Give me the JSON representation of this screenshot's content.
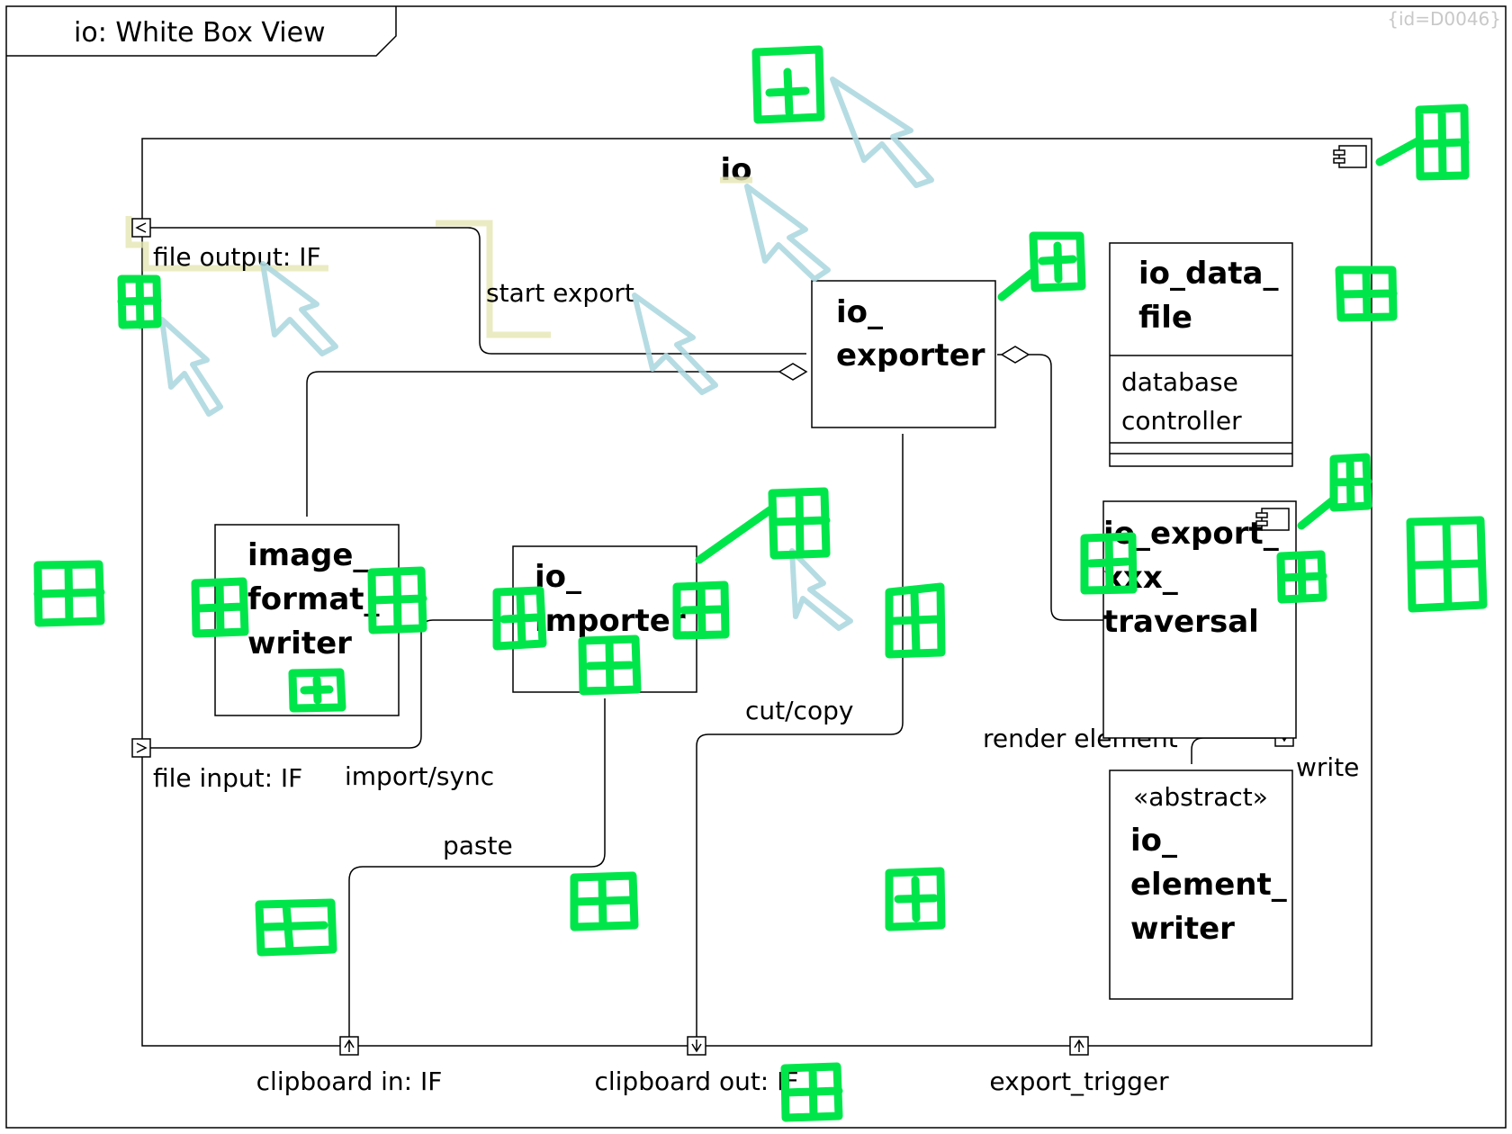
{
  "frame": {
    "title": "io: White Box View",
    "id_tag": "{id=D0046}"
  },
  "component": {
    "name": "io"
  },
  "parts": {
    "io_exporter": {
      "line1": "io_",
      "line2": "exporter"
    },
    "io_data_file": {
      "line1": "io_data_",
      "line2": "file",
      "attr1": "database",
      "attr2": "controller"
    },
    "image_format_writer": {
      "line1": "image_",
      "line2": "format_",
      "line3": "writer"
    },
    "io_importer": {
      "line1": "io_",
      "line2": "importer"
    },
    "io_export_xxx_traversal": {
      "line1": "io_export_",
      "line2": "xxx_",
      "line3": "traversal"
    },
    "io_element_writer": {
      "stereotype": "«abstract»",
      "line1": "io_",
      "line2": "element_",
      "line3": "writer"
    }
  },
  "ports": {
    "file_output": "file output: IF",
    "file_input": "file input: IF",
    "clipboard_in": "clipboard in: IF",
    "clipboard_out": "clipboard out: IF",
    "export_trigger": "export_trigger"
  },
  "connectors": {
    "start_export": "start export",
    "import_sync": "import/sync",
    "paste": "paste",
    "cut_copy": "cut/copy",
    "render_element": "render element",
    "write": "write"
  },
  "colors": {
    "annotation_marks": "#00e64a",
    "cursor_marks": "#aed8e0",
    "highlight": "#e6e6b4"
  },
  "icons": [
    "component-icon",
    "port-in-arrow-icon",
    "port-out-arrow-icon",
    "aggregation-diamond-icon",
    "cursor-icon",
    "plus-box-mark-icon"
  ]
}
